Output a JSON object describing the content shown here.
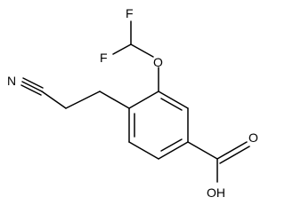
{
  "molecule": {
    "atom_labels": {
      "fluorine_top": "F",
      "fluorine_left": "F",
      "oxygen_ether": "O",
      "nitrogen": "N",
      "hydroxyl": "OH",
      "oxygen_carbonyl": "O"
    },
    "colors": {
      "bond": "#000000",
      "label": "#000000",
      "background": "#ffffff"
    }
  }
}
